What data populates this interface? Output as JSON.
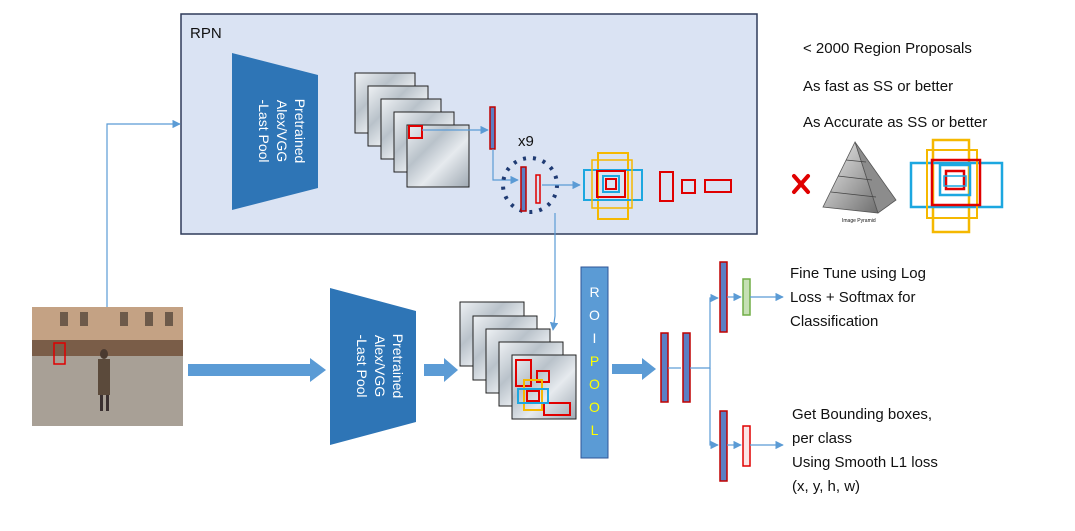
{
  "rpn": {
    "label": "RPN"
  },
  "backbone_top": {
    "line1": "Pretrained",
    "line2": "Alex/VGG",
    "line3": "-Last Pool"
  },
  "backbone_bottom": {
    "line1": "Pretrained",
    "line2": "Alex/VGG",
    "line3": "-Last Pool"
  },
  "anchors": {
    "multiplier": "x9"
  },
  "notes": [
    "< 2000 Region Proposals",
    "As fast as SS or better",
    "As Accurate as SS or better"
  ],
  "pyramid": {
    "caption": "Image Pyramid"
  },
  "roi_pool": {
    "letters": [
      "R",
      "O",
      "I",
      "P",
      "O",
      "O",
      "L"
    ]
  },
  "outputs": {
    "classification": [
      "Fine Tune using Log",
      "Loss + Softmax for",
      "Classification"
    ],
    "bbox": [
      "Get Bounding boxes,",
      "per class",
      "Using Smooth L1 loss",
      "(x, y, h, w)"
    ]
  },
  "colors": {
    "rpn_fill": "#dae3f3",
    "rpn_border": "#2f3b5a",
    "backbone": "#2e75b6",
    "arrow": "#5b9bd5",
    "fc_fill": "#5b7fc4",
    "fc_border": "#c00000",
    "red": "#e00000",
    "yellow": "#f5b800",
    "cyan": "#1ca7e0",
    "green": "#70ad47",
    "roi_letter_yellow": "#ffff00"
  }
}
